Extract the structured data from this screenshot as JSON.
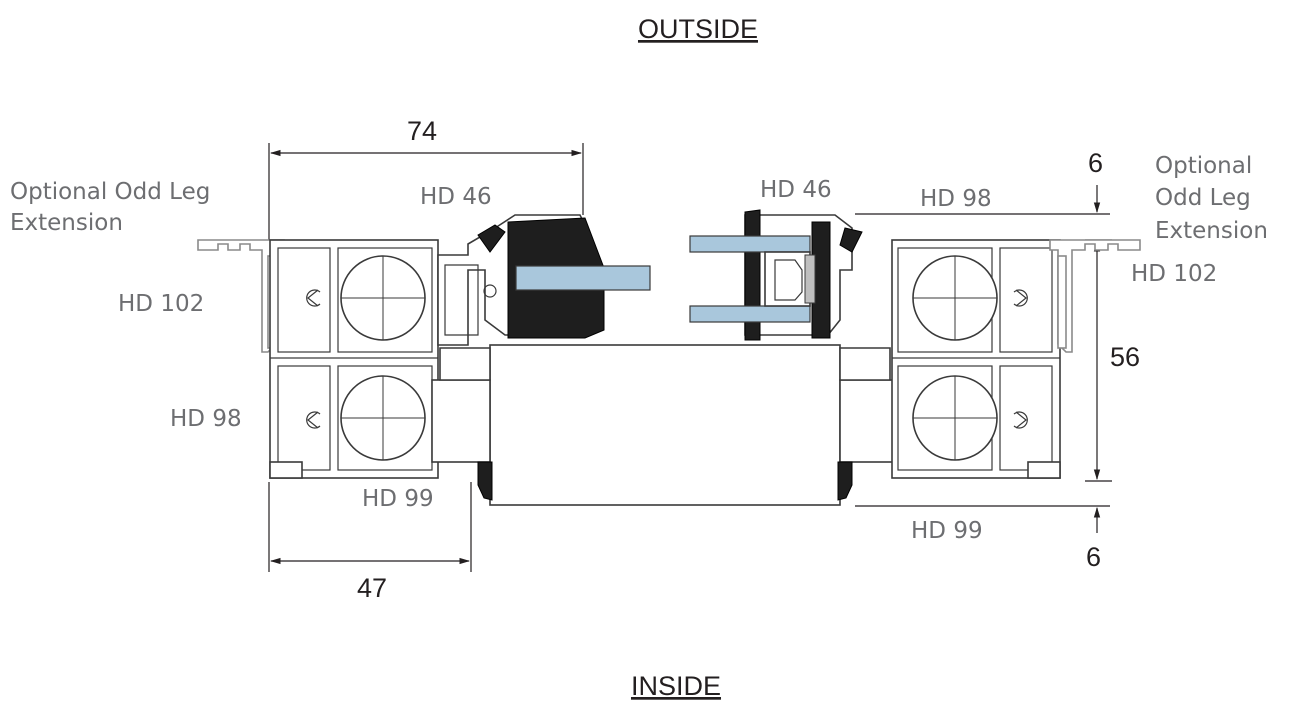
{
  "sides": {
    "outside": "OUTSIDE",
    "inside": "INSIDE"
  },
  "labels": {
    "opt_left": [
      "Optional Odd Leg",
      "Extension"
    ],
    "opt_right": [
      "Optional",
      "Odd Leg",
      "Extension"
    ],
    "hd46_left": "HD 46",
    "hd46_right": "HD 46",
    "hd98_right": "HD 98",
    "hd102_left": "HD 102",
    "hd102_right": "HD 102",
    "hd98_left": "HD 98",
    "hd99_left": "HD 99",
    "hd99_right": "HD 99"
  },
  "dimensions": {
    "width_top": "74",
    "width_bottom": "47",
    "height_right": "56",
    "offset_top": "6",
    "offset_bottom": "6"
  },
  "colors": {
    "glass": "#a9c7dc",
    "gasket": "#1e1e1e",
    "line": "#3a3a3a",
    "label": "#6d6e71"
  }
}
